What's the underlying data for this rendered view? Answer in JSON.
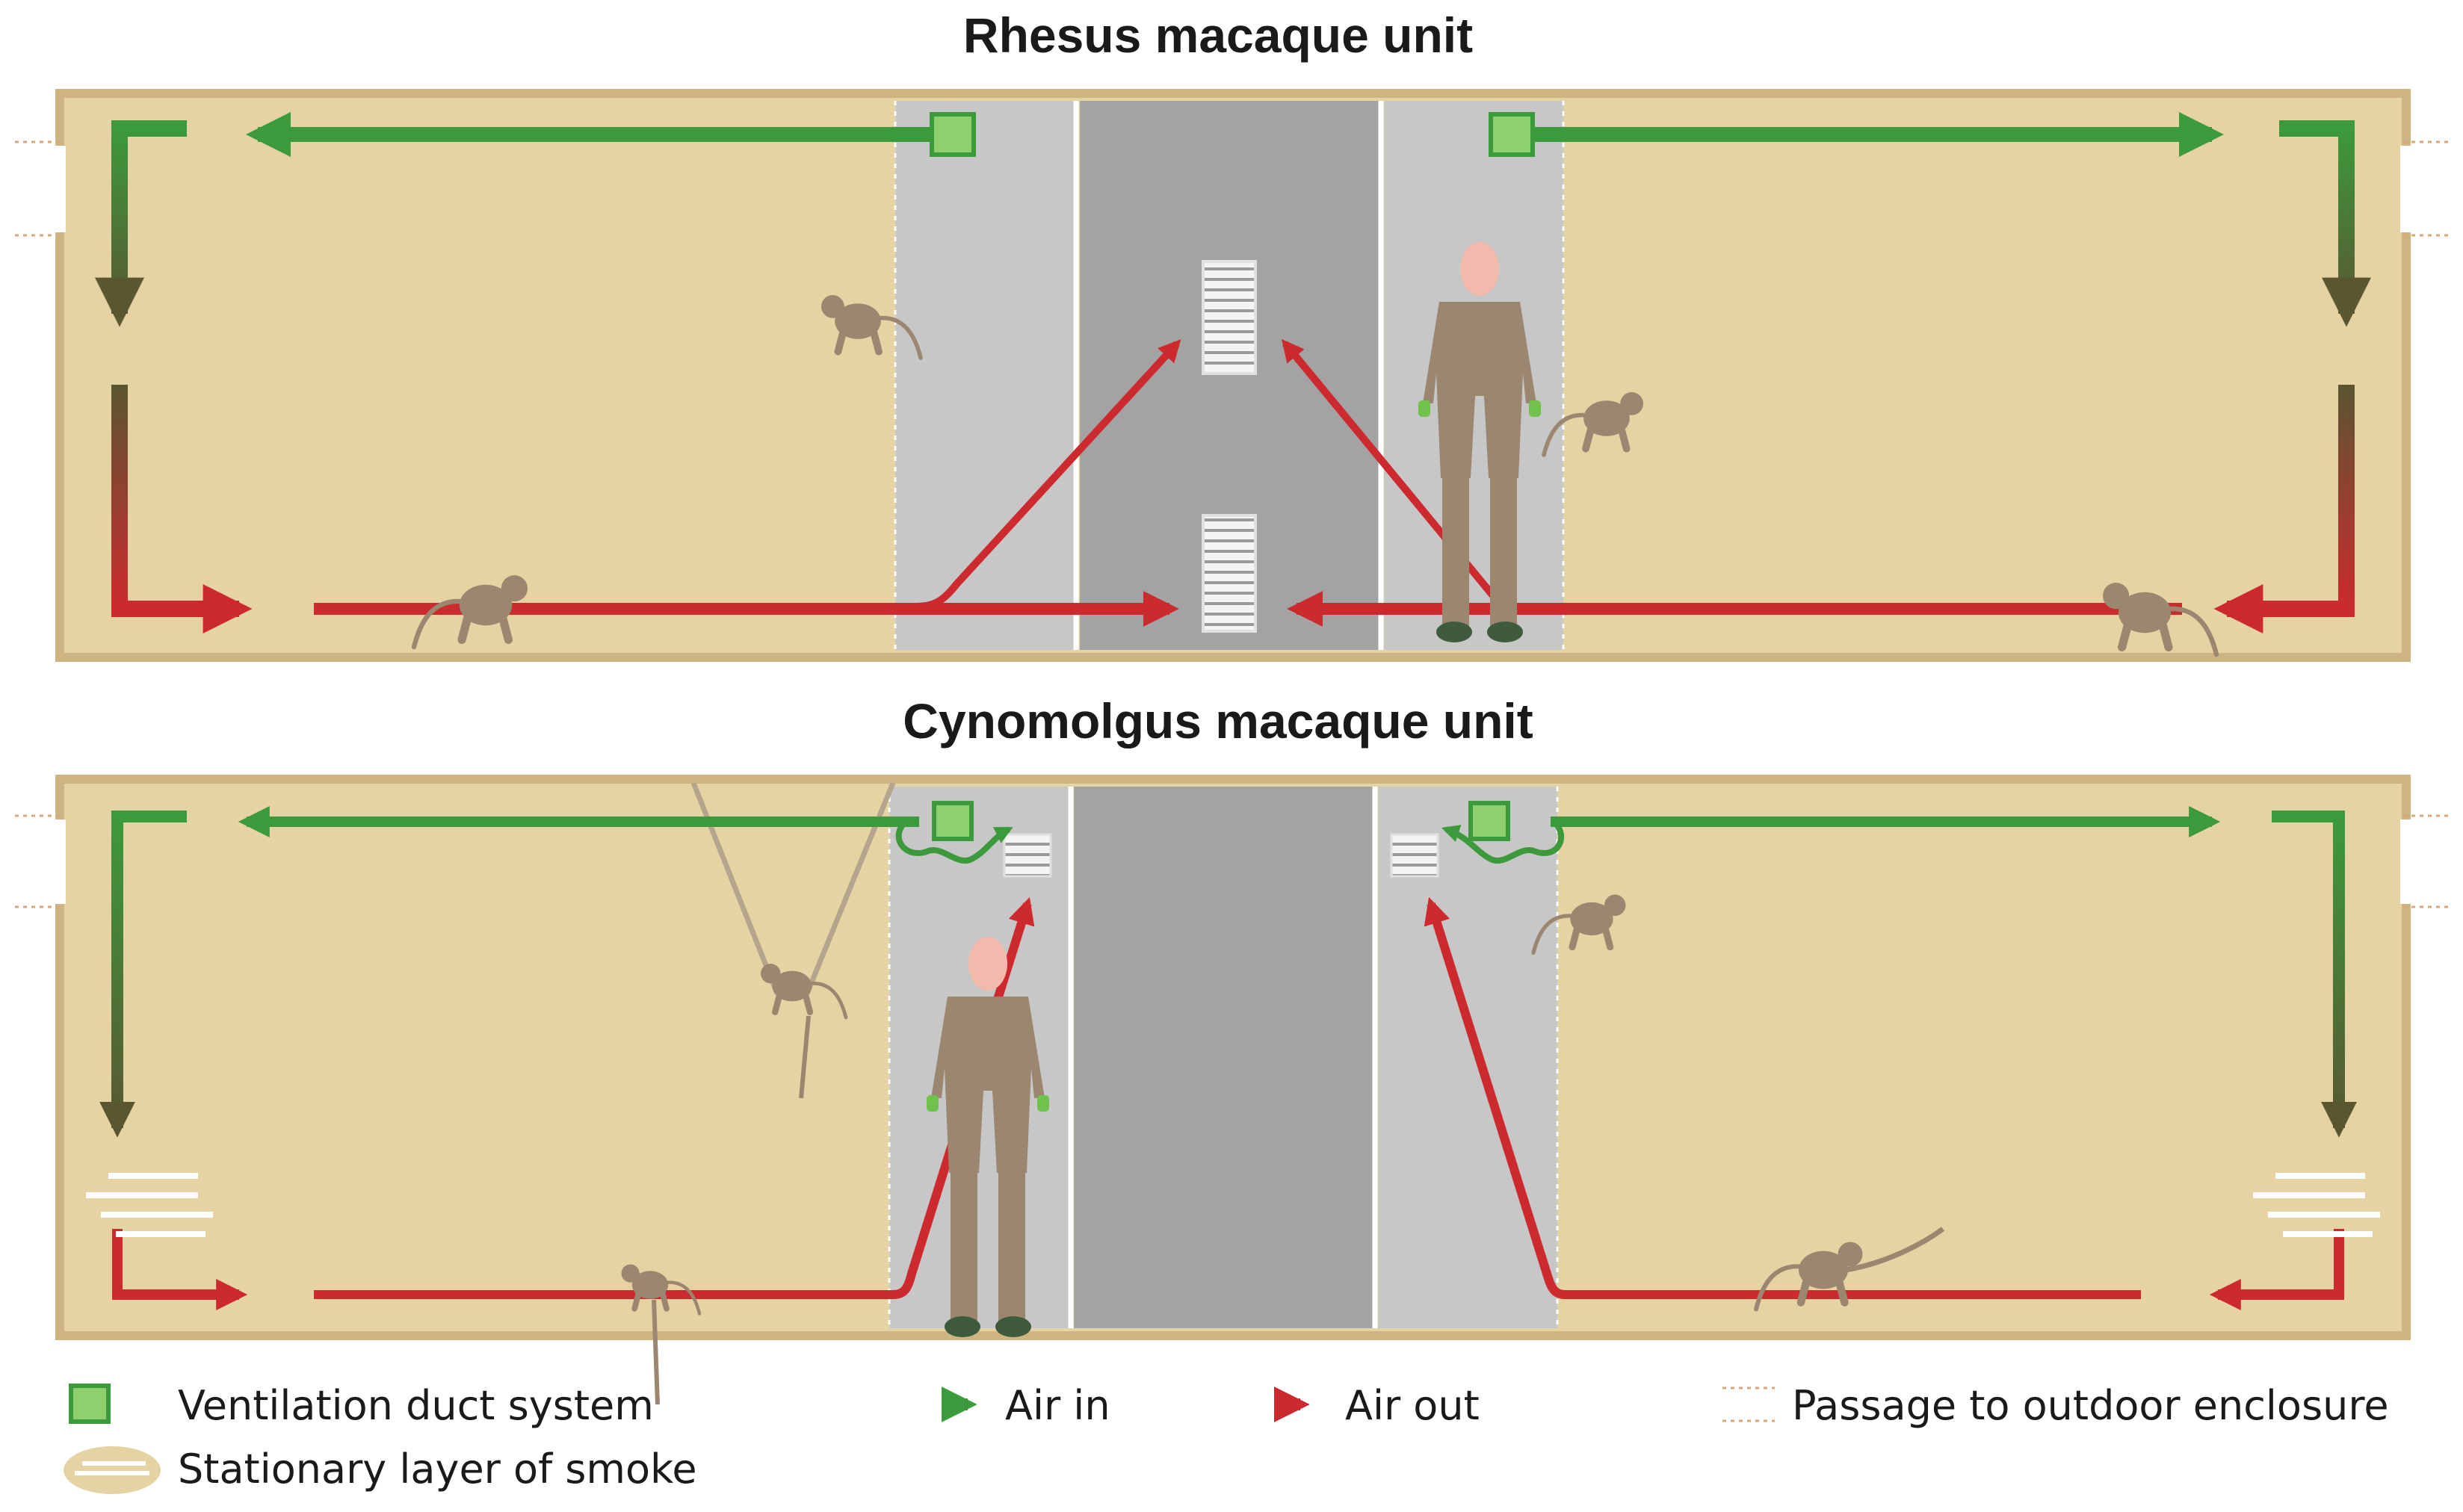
{
  "units": [
    {
      "title": "Rhesus macaque unit"
    },
    {
      "title": "Cynomolgus macaque unit"
    }
  ],
  "legend": {
    "duct": "Ventilation duct system",
    "smoke": "Stationary layer of smoke",
    "air_in": "Air in",
    "air_out": "Air out",
    "passage": "Passage to outdoor enclosure"
  },
  "colors": {
    "enclosure": "#e6d3a3",
    "enclosure_border": "#cdb482",
    "corridor_light": "#c7c7c7",
    "corridor_dark": "#a3a3a3",
    "air_in": "#3c9a3c",
    "air_out": "#cc2a2e",
    "transition": "#5a5632",
    "duct_fill": "#8fcf6e",
    "animal": "#9b8670"
  },
  "icons": [
    "ventilation-duct-icon",
    "air-in-arrow-icon",
    "air-out-arrow-icon",
    "exhaust-vent-icon",
    "smoke-layer-icon",
    "macaque-icon",
    "caretaker-icon"
  ]
}
